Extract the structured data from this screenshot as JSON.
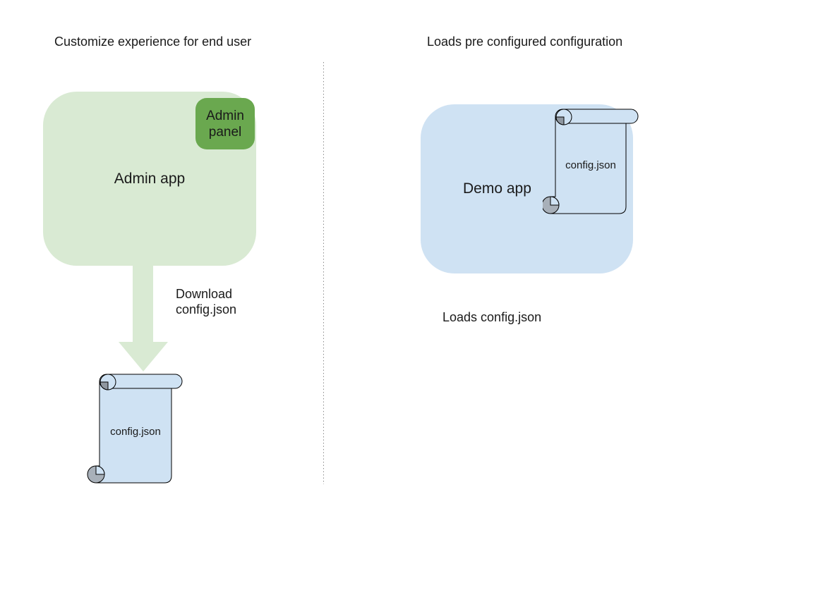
{
  "colors": {
    "app_green_light": "#d9ead3",
    "app_green": "#6aa84f",
    "app_blue_light": "#cfe2f3",
    "shape_outline": "#000000",
    "curl_shade_grey": "#9aa2ab",
    "divider_grey": "#8c8c8c",
    "text": "#1a1a1a"
  },
  "left": {
    "title": "Customize experience for end user",
    "admin_app": {
      "label": "Admin app"
    },
    "admin_panel": {
      "label": "Admin panel"
    },
    "download_arrow_label": "Download config.json",
    "config_file": {
      "label": "config.json"
    }
  },
  "right": {
    "title": "Loads pre configured configuration",
    "demo_app": {
      "label": "Demo app"
    },
    "config_file": {
      "label": "config.json"
    },
    "caption": "Loads config.json"
  }
}
